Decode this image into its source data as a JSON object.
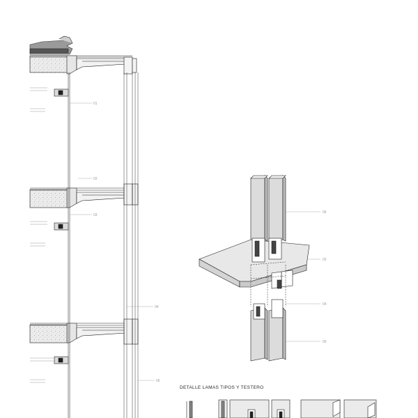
{
  "labels": {
    "section_01": "01",
    "section_02": "02",
    "section_03": "03",
    "section_04": "04",
    "section_06": "06",
    "axon_06": "06",
    "axon_02": "02",
    "axon_04": "04",
    "axon_05": "05"
  },
  "detail_title": "DETALLE LAMAS TIPOS Y TESTERO",
  "colors": {
    "line": "#1a1a1a",
    "thin_line": "#8c8c8c",
    "fill_light": "#e2e2e2",
    "fill_mid": "#cfcfcf",
    "fill_dark": "#bdbdbd",
    "concrete": "#d8d8d8"
  }
}
